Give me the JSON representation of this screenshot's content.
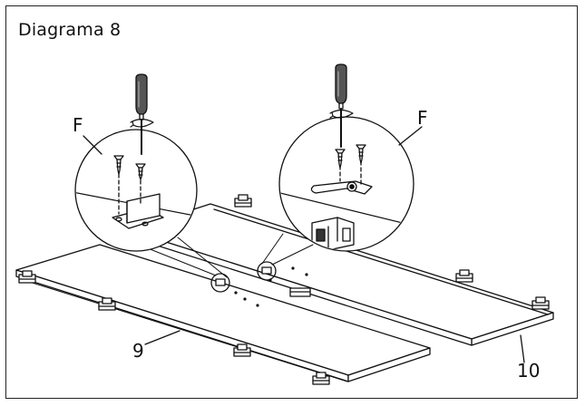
{
  "title": "Diagrama 8",
  "callouts": {
    "left_letter": "F",
    "right_letter": "F"
  },
  "parts": {
    "left_panel": "9",
    "right_panel": "10"
  }
}
